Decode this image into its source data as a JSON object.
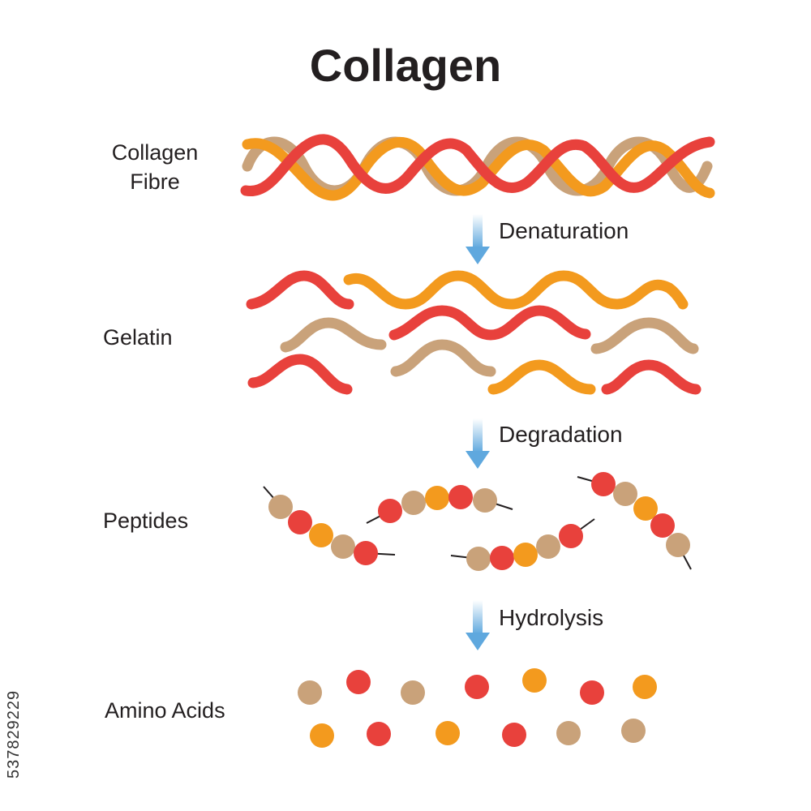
{
  "title": "Collagen",
  "stages": {
    "fibre": {
      "line1": "Collagen",
      "line2": "Fibre"
    },
    "gelatin": "Gelatin",
    "peptides": "Peptides",
    "amino_acids": "Amino Acids"
  },
  "steps": {
    "denaturation": "Denaturation",
    "degradation": "Degradation",
    "hydrolysis": "Hydrolysis"
  },
  "colors": {
    "red": "#e8413c",
    "orange": "#f39a1e",
    "tan": "#c9a27a",
    "arrow": "#7ab7e3",
    "text": "#231f20"
  },
  "image_id": "537829229"
}
